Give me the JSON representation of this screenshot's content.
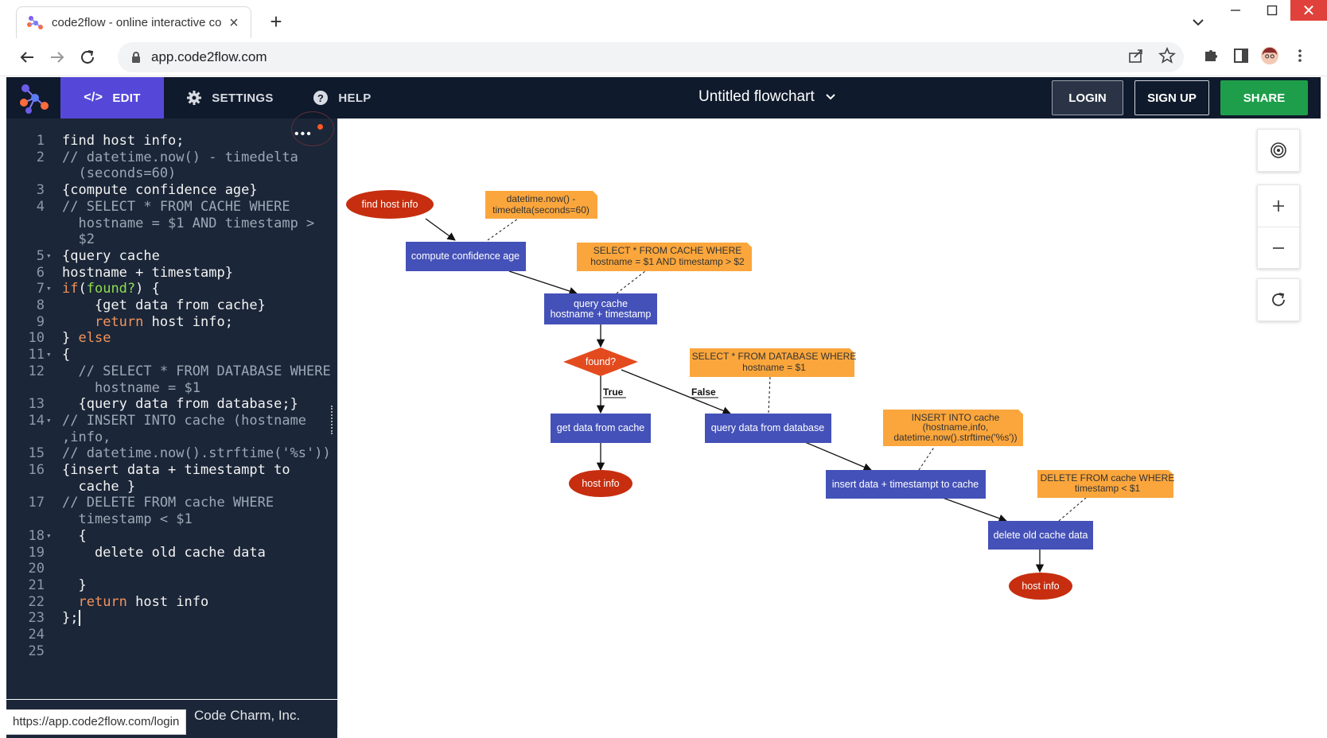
{
  "browser": {
    "tab_title": "code2flow - online interactive co",
    "url": "app.code2flow.com",
    "status_url": "https://app.code2flow.com/login"
  },
  "app": {
    "nav": {
      "edit": "EDIT",
      "settings": "SETTINGS",
      "help": "HELP"
    },
    "doc_title": "Untitled flowchart",
    "buttons": {
      "login": "LOGIN",
      "signup": "SIGN UP",
      "share": "SHARE"
    },
    "copyright": "Code Charm, Inc."
  },
  "editor": {
    "lines": [
      {
        "n": "1",
        "fold": "",
        "text": "find host info;",
        "kind": "code"
      },
      {
        "n": "2",
        "fold": "",
        "text": "// datetime.now() - timedelta",
        "kind": "comment"
      },
      {
        "n": "",
        "fold": "",
        "text": "  (seconds=60)",
        "kind": "comment"
      },
      {
        "n": "3",
        "fold": "",
        "text": "{compute confidence age}",
        "kind": "code"
      },
      {
        "n": "4",
        "fold": "",
        "text": "// SELECT * FROM CACHE WHERE",
        "kind": "comment"
      },
      {
        "n": "",
        "fold": "",
        "text": "  hostname = $1 AND timestamp >",
        "kind": "comment"
      },
      {
        "n": "",
        "fold": "",
        "text": "  $2",
        "kind": "comment"
      },
      {
        "n": "5",
        "fold": "▾",
        "text": "{query cache",
        "kind": "code"
      },
      {
        "n": "6",
        "fold": "",
        "text": "hostname + timestamp}",
        "kind": "code"
      },
      {
        "n": "7",
        "fold": "▾",
        "text": "if(found?) {",
        "kind": "if"
      },
      {
        "n": "8",
        "fold": "",
        "text": "    {get data from cache}",
        "kind": "code"
      },
      {
        "n": "9",
        "fold": "",
        "text": "    return host info;",
        "kind": "return"
      },
      {
        "n": "10",
        "fold": "",
        "text": "} else",
        "kind": "else"
      },
      {
        "n": "11",
        "fold": "▾",
        "text": "{",
        "kind": "code"
      },
      {
        "n": "12",
        "fold": "",
        "text": "  // SELECT * FROM DATABASE WHERE",
        "kind": "comment"
      },
      {
        "n": "",
        "fold": "",
        "text": "    hostname = $1",
        "kind": "comment"
      },
      {
        "n": "13",
        "fold": "",
        "text": "  {query data from database;}",
        "kind": "code"
      },
      {
        "n": "14",
        "fold": "▾",
        "text": "// INSERT INTO cache (hostname",
        "kind": "comment"
      },
      {
        "n": "",
        "fold": "",
        "text": ",info,",
        "kind": "comment"
      },
      {
        "n": "15",
        "fold": "",
        "text": "// datetime.now().strftime('%s'))",
        "kind": "comment"
      },
      {
        "n": "16",
        "fold": "",
        "text": "{insert data + timestampt to",
        "kind": "code"
      },
      {
        "n": "",
        "fold": "",
        "text": "  cache }",
        "kind": "code"
      },
      {
        "n": "17",
        "fold": "",
        "text": "// DELETE FROM cache WHERE",
        "kind": "comment"
      },
      {
        "n": "",
        "fold": "",
        "text": "  timestamp < $1",
        "kind": "comment"
      },
      {
        "n": "18",
        "fold": "▾",
        "text": "  {",
        "kind": "code"
      },
      {
        "n": "19",
        "fold": "",
        "text": "    delete old cache data",
        "kind": "code"
      },
      {
        "n": "20",
        "fold": "",
        "text": "",
        "kind": "code"
      },
      {
        "n": "21",
        "fold": "",
        "text": "  }",
        "kind": "code"
      },
      {
        "n": "22",
        "fold": "",
        "text": "  return host info",
        "kind": "return"
      },
      {
        "n": "23",
        "fold": "",
        "text": "};",
        "kind": "code"
      },
      {
        "n": "24",
        "fold": "",
        "text": "",
        "kind": "code"
      },
      {
        "n": "25",
        "fold": "",
        "text": "",
        "kind": "code"
      }
    ]
  },
  "flowchart": {
    "nodes": {
      "start": "find host info",
      "compute": "compute confidence age",
      "query1": "query cache",
      "query2": "hostname + timestamp",
      "found": "found?",
      "get_cache": "get data from cache",
      "host1": "host info",
      "query_db": "query data from database",
      "insert": "insert data + timestampt to cache",
      "delete": "delete old cache data",
      "host2": "host info"
    },
    "edges": {
      "true": "True",
      "false": "False"
    },
    "notes": {
      "n1a": "datetime.now() -",
      "n1b": "timedelta(seconds=60)",
      "n2a": "SELECT * FROM CACHE WHERE",
      "n2b": "hostname = $1 AND timestamp  > $2",
      "n3a": "SELECT * FROM DATABASE WHERE",
      "n3b": "hostname = $1",
      "n4a": "INSERT INTO cache",
      "n4b": "(hostname,info,",
      "n4c": "datetime.now().strftime('%s'))",
      "n5a": "DELETE FROM cache WHERE",
      "n5b": "timestamp < $1"
    },
    "colors": {
      "process": "#4451b8",
      "terminal": "#c62e0f",
      "decision": "#e34b1f",
      "note": "#fba63c"
    }
  }
}
